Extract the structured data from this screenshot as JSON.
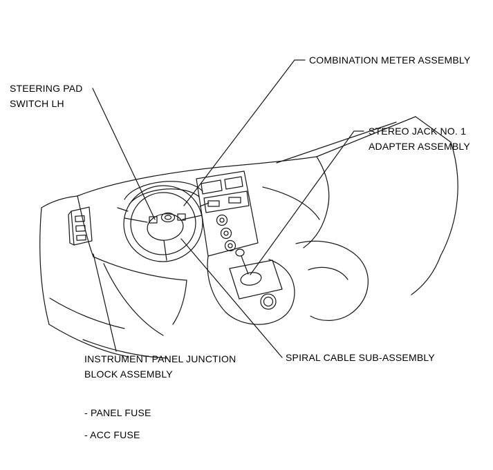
{
  "callouts": {
    "combination_meter": {
      "lines": [
        "COMBINATION METER ASSEMBLY"
      ]
    },
    "steering_pad_switch": {
      "lines": [
        "STEERING PAD",
        "SWITCH LH"
      ]
    },
    "stereo_jack": {
      "lines": [
        "STEREO JACK NO. 1",
        "ADAPTER ASSEMBLY"
      ]
    },
    "junction_block": {
      "lines": [
        "INSTRUMENT PANEL JUNCTION",
        "BLOCK ASSEMBLY"
      ]
    },
    "spiral_cable": {
      "lines": [
        "SPIRAL CABLE SUB-ASSEMBLY"
      ]
    },
    "panel_fuse": {
      "lines": [
        "- PANEL FUSE"
      ]
    },
    "acc_fuse": {
      "lines": [
        "- ACC FUSE"
      ]
    }
  },
  "colors": {
    "line": "#1a1a1a",
    "text": "#000000",
    "background": "#ffffff"
  }
}
